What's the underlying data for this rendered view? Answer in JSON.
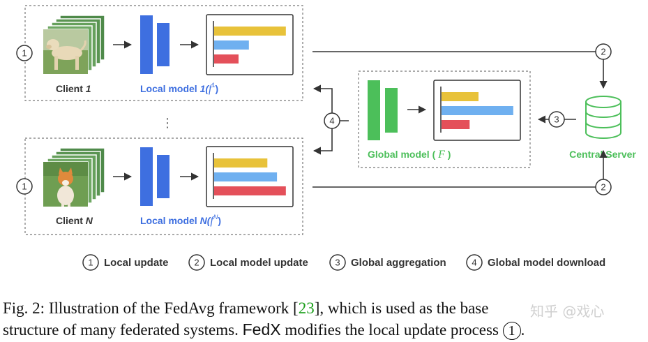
{
  "colors": {
    "blue": "#3e6fe0",
    "green": "#4cbf5a",
    "yellow": "#e8c23a",
    "light_blue": "#6fb0f0",
    "red": "#e4505a",
    "arrow": "#333333",
    "dash": "#777777"
  },
  "client1": {
    "step_num": "1",
    "label_prefix": "Client ",
    "label_index": "1",
    "image": "dog-photo-stack",
    "model_label_prefix": "Local model ",
    "model_label_index": "1(",
    "model_f": "f",
    "model_sup": "1",
    "model_close": ")",
    "bars": [
      0.97,
      0.47,
      0.33
    ]
  },
  "clientN": {
    "step_num": "1",
    "label_prefix": "Client ",
    "label_index": "N",
    "image": "cat-photo-stack",
    "model_label_prefix": "Local model ",
    "model_label_index": "N(",
    "model_f": "f",
    "model_sup": "N",
    "model_close": ")",
    "bars": [
      0.72,
      0.85,
      0.97
    ]
  },
  "global": {
    "label_prefix": "Global model ( ",
    "label_F": "F",
    "label_close": " )",
    "bars": [
      0.5,
      0.97,
      0.38
    ]
  },
  "server": {
    "label": "Central Server",
    "icon": "database-icon"
  },
  "steps": {
    "upload_top": "2",
    "upload_bottom": "2",
    "aggregation": "3",
    "download": "4"
  },
  "ellipsis": "⋮",
  "legend": [
    {
      "num": "1",
      "text": "Local update"
    },
    {
      "num": "2",
      "text": "Local model update"
    },
    {
      "num": "3",
      "text": "Global aggregation"
    },
    {
      "num": "4",
      "text": "Global model download"
    }
  ],
  "caption": {
    "line1_a": "Fig. 2: Illustration of the FedAvg framework [",
    "cite": "23",
    "line1_b": "], which is used as the base",
    "line2_a": "structure of many federated systems. ",
    "method": "FedX",
    "line2_b": " modifies the local update process ",
    "circled": "1",
    "line2_end": "."
  },
  "watermark": "知乎 @戏心"
}
